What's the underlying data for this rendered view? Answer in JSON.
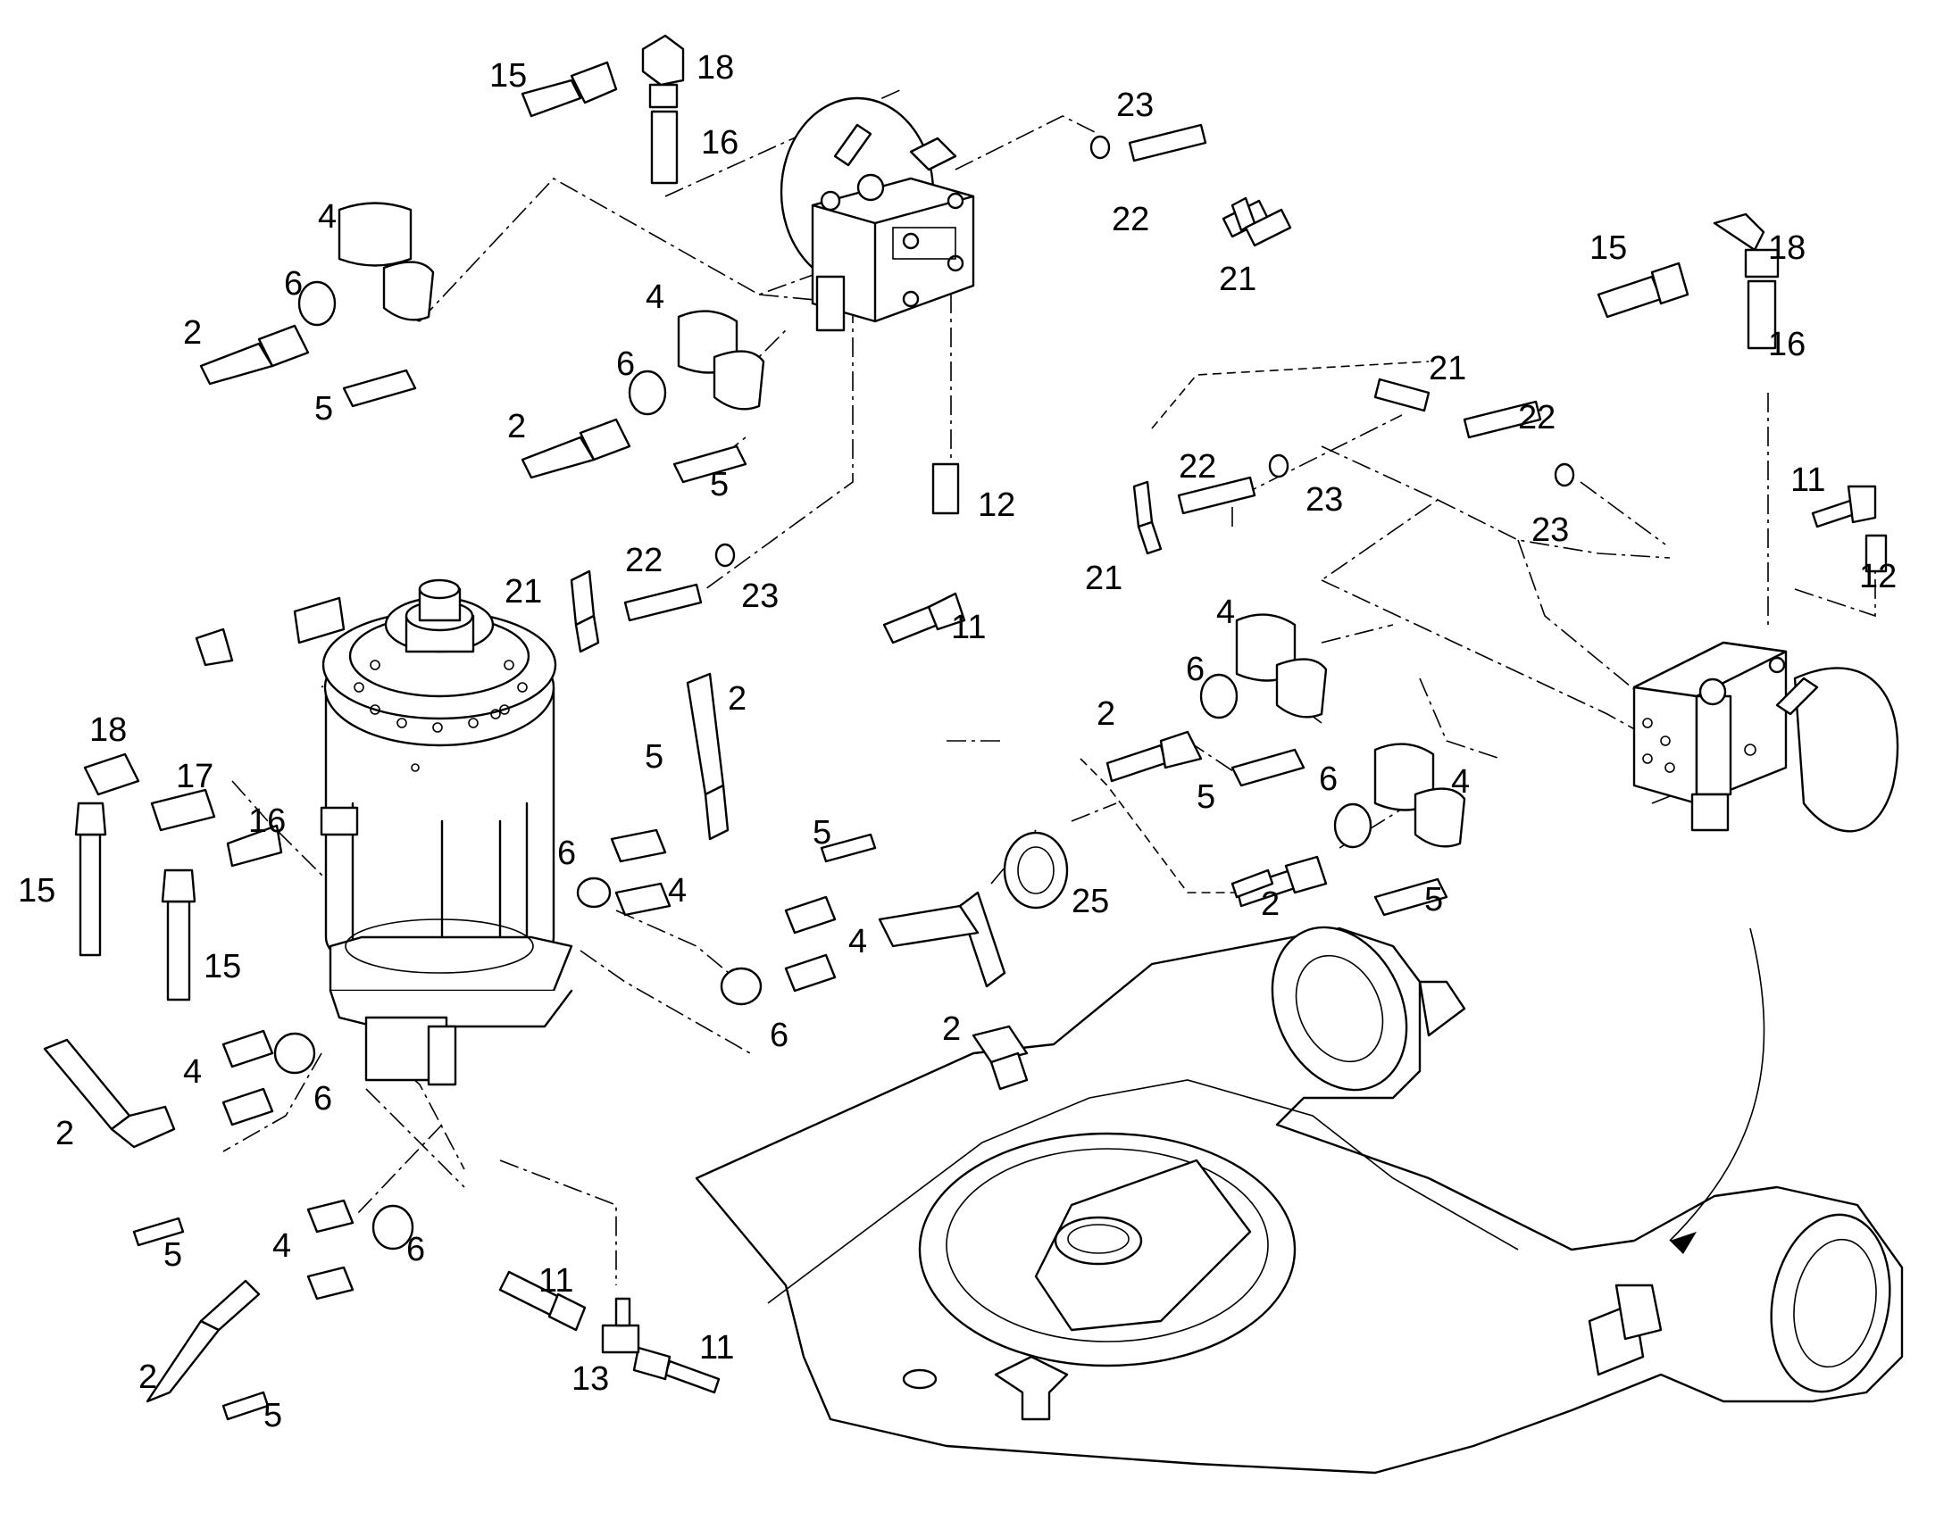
{
  "diagram": {
    "callouts": [
      {
        "id": "c1",
        "text": "15"
      },
      {
        "id": "c2",
        "text": "18"
      },
      {
        "id": "c3",
        "text": "16"
      },
      {
        "id": "c4",
        "text": "23"
      },
      {
        "id": "c5",
        "text": "22"
      },
      {
        "id": "c6",
        "text": "21"
      },
      {
        "id": "c7",
        "text": "4"
      },
      {
        "id": "c8",
        "text": "6"
      },
      {
        "id": "c9",
        "text": "2"
      },
      {
        "id": "c10",
        "text": "5"
      },
      {
        "id": "c11",
        "text": "4"
      },
      {
        "id": "c12",
        "text": "6"
      },
      {
        "id": "c13",
        "text": "2"
      },
      {
        "id": "c14",
        "text": "5"
      },
      {
        "id": "c15",
        "text": "12"
      },
      {
        "id": "c16",
        "text": "11"
      },
      {
        "id": "c17",
        "text": "21"
      },
      {
        "id": "c18",
        "text": "22"
      },
      {
        "id": "c19",
        "text": "23"
      },
      {
        "id": "c20",
        "text": "15"
      },
      {
        "id": "c21",
        "text": "18"
      },
      {
        "id": "c22",
        "text": "16"
      },
      {
        "id": "c23",
        "text": "21"
      },
      {
        "id": "c24",
        "text": "22"
      },
      {
        "id": "c25",
        "text": "22"
      },
      {
        "id": "c26",
        "text": "23"
      },
      {
        "id": "c27",
        "text": "21"
      },
      {
        "id": "c28",
        "text": "23"
      },
      {
        "id": "c29",
        "text": "11"
      },
      {
        "id": "c30",
        "text": "12"
      },
      {
        "id": "c31",
        "text": "18"
      },
      {
        "id": "c32",
        "text": "17"
      },
      {
        "id": "c33",
        "text": "16"
      },
      {
        "id": "c34",
        "text": "15"
      },
      {
        "id": "c35",
        "text": "15"
      },
      {
        "id": "c36",
        "text": "2"
      },
      {
        "id": "c37",
        "text": "5"
      },
      {
        "id": "c38",
        "text": "6"
      },
      {
        "id": "c39",
        "text": "4"
      },
      {
        "id": "c40",
        "text": "5"
      },
      {
        "id": "c41",
        "text": "4"
      },
      {
        "id": "c42",
        "text": "6"
      },
      {
        "id": "c43",
        "text": "2"
      },
      {
        "id": "c44",
        "text": "4"
      },
      {
        "id": "c45",
        "text": "6"
      },
      {
        "id": "c46",
        "text": "2"
      },
      {
        "id": "c47",
        "text": "5"
      },
      {
        "id": "c48",
        "text": "25"
      },
      {
        "id": "c49",
        "text": "6"
      },
      {
        "id": "c50",
        "text": "4"
      },
      {
        "id": "c51",
        "text": "2"
      },
      {
        "id": "c52",
        "text": "5"
      },
      {
        "id": "c53",
        "text": "4"
      },
      {
        "id": "c54",
        "text": "6"
      },
      {
        "id": "c55",
        "text": "2"
      },
      {
        "id": "c56",
        "text": "5"
      },
      {
        "id": "c57",
        "text": "4"
      },
      {
        "id": "c58",
        "text": "6"
      },
      {
        "id": "c59",
        "text": "2"
      },
      {
        "id": "c60",
        "text": "5"
      },
      {
        "id": "c61",
        "text": "11"
      },
      {
        "id": "c62",
        "text": "13"
      },
      {
        "id": "c63",
        "text": "11"
      }
    ]
  }
}
